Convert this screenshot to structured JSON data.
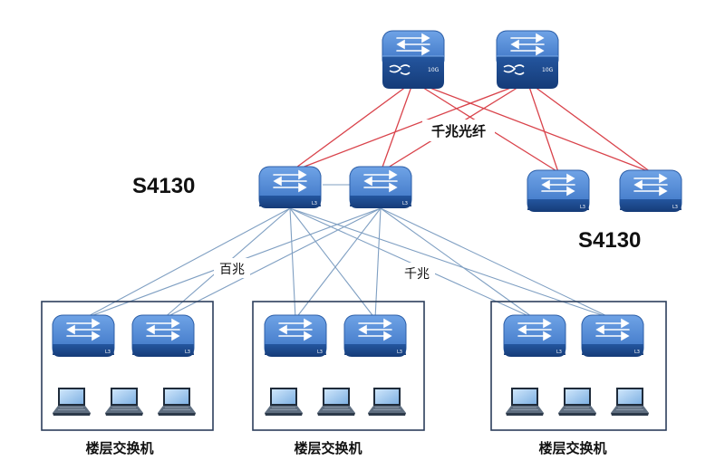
{
  "labels": {
    "fiber": "千兆光纤",
    "s4130_left": "S4130",
    "s4130_right": "S4130",
    "hundred_mbps": "百兆",
    "gigabit": "千兆",
    "floor_switch_1": "楼层交换机",
    "floor_switch_2": "楼层交换机",
    "floor_switch_3": "楼层交换机"
  },
  "device_marks": {
    "core": "10G",
    "l3": "L3"
  },
  "colors": {
    "fiber_link": "#d9434b",
    "copper_link": "#7f9fc2",
    "switch_top": "#4f86cf",
    "switch_side": "#1e4f9a",
    "group_border": "#2c3e5c"
  }
}
